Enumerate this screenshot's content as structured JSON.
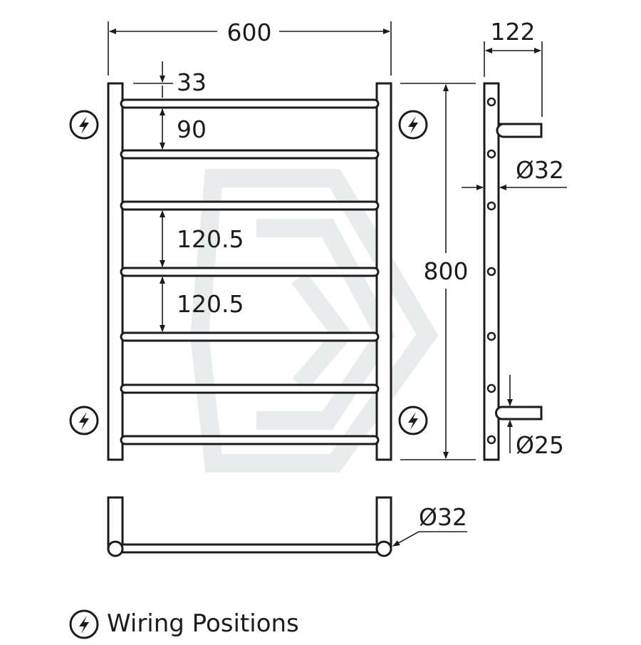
{
  "drawing": {
    "colors": {
      "ink": "#1f1b19",
      "watermark": "#e9ecec",
      "background": "#ffffff"
    },
    "dimensions": {
      "overall_width": "600",
      "overall_height": "800",
      "projection": "122",
      "top_offset": "33",
      "first_gap": "90",
      "mid_gap_1": "120.5",
      "mid_gap_2": "120.5",
      "bar_diameter": "Ø32",
      "rung_diameter": "Ø25",
      "bottom_view_diameter": "Ø32"
    },
    "wiring_icon": "lightning-bolt-circle-icon",
    "legend": {
      "icon": "lightning-bolt-circle-icon",
      "label": "Wiring Positions"
    }
  }
}
